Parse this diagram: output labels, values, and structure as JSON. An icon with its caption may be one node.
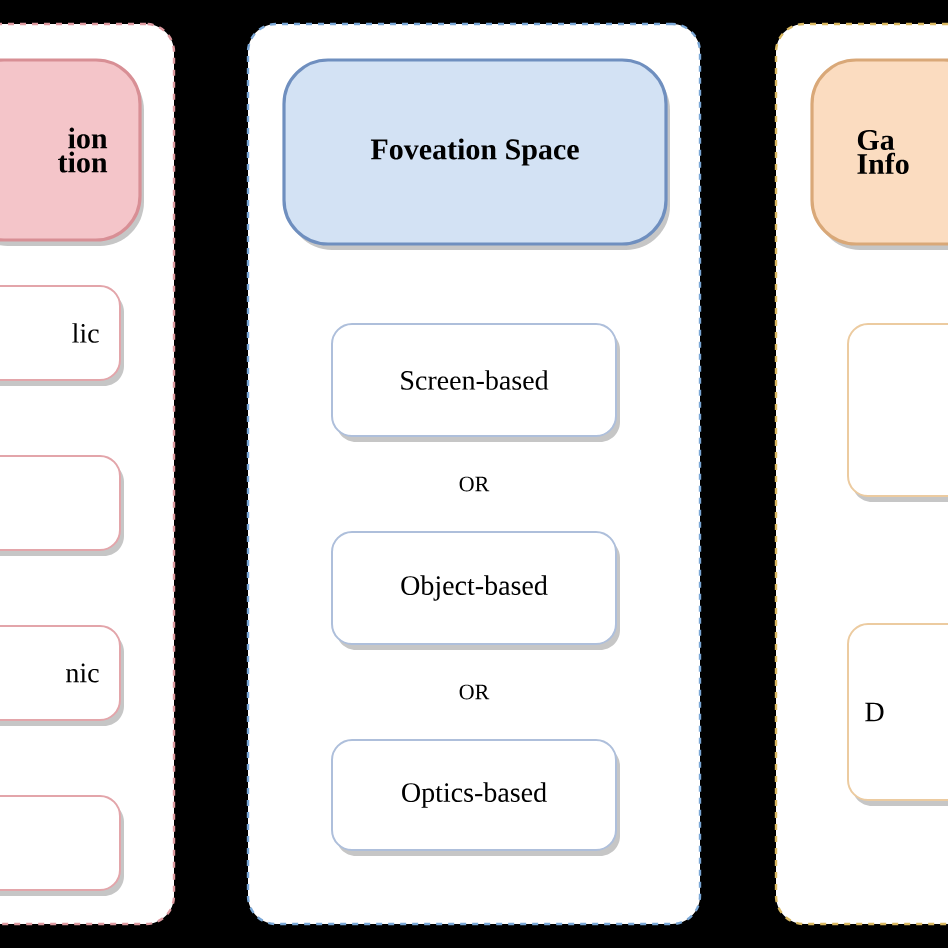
{
  "diagram": {
    "nodes": [
      {
        "text": [],
        "shape": "box"
      },
      {
        "text": [
          "ion tion"
        ],
        "in": 0
      },
      {
        "text": [
          "lic"
        ],
        "in": 0
      },
      {
        "text": [],
        "shape": "box",
        "in": 0
      },
      {
        "text": [
          "nic"
        ],
        "in": 0
      },
      {
        "text": [],
        "shape": "box",
        "in": 0
      },
      {
        "text": [],
        "shape": "box"
      },
      {
        "text": [
          "Foveation Space"
        ],
        "in": 6
      },
      {
        "text": [
          "Screen-based"
        ],
        "in": 6
      },
      {
        "text": [
          "Object-based"
        ],
        "in": 6
      },
      {
        "text": [
          "Optics-based"
        ],
        "in": 6
      },
      {
        "text": [],
        "shape": "box"
      },
      {
        "text": [
          "Ga Info"
        ],
        "in": 11
      },
      {
        "text": [],
        "shape": "box",
        "in": 11
      },
      {
        "text": [
          "D"
        ],
        "in": 11
      }
    ],
    "labels": [
      "OR",
      "OR"
    ]
  }
}
